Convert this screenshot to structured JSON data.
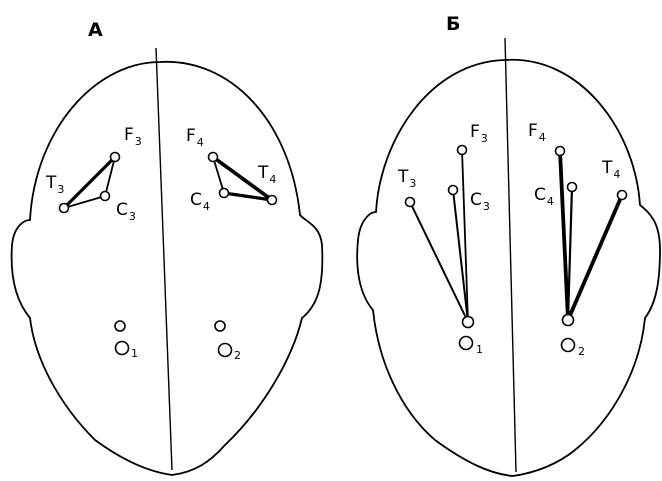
{
  "panels": [
    {
      "label": "А",
      "electrodes": {
        "F3": {
          "letter": "F",
          "index": "3"
        },
        "T3": {
          "letter": "T",
          "index": "3"
        },
        "C3": {
          "letter": "C",
          "index": "3"
        },
        "F4": {
          "letter": "F",
          "index": "4"
        },
        "T4": {
          "letter": "T",
          "index": "4"
        },
        "C4": {
          "letter": "C",
          "index": "4"
        },
        "O1": {
          "letter": "O",
          "index": "1"
        },
        "O2": {
          "letter": "O",
          "index": "2"
        }
      }
    },
    {
      "label": "Б",
      "electrodes": {
        "F3": {
          "letter": "F",
          "index": "3"
        },
        "T3": {
          "letter": "T",
          "index": "3"
        },
        "C3": {
          "letter": "C",
          "index": "3"
        },
        "F4": {
          "letter": "F",
          "index": "4"
        },
        "T4": {
          "letter": "T",
          "index": "4"
        },
        "C4": {
          "letter": "C",
          "index": "4"
        },
        "O1": {
          "letter": "O",
          "index": "1"
        },
        "O2": {
          "letter": "O",
          "index": "2"
        }
      }
    }
  ]
}
